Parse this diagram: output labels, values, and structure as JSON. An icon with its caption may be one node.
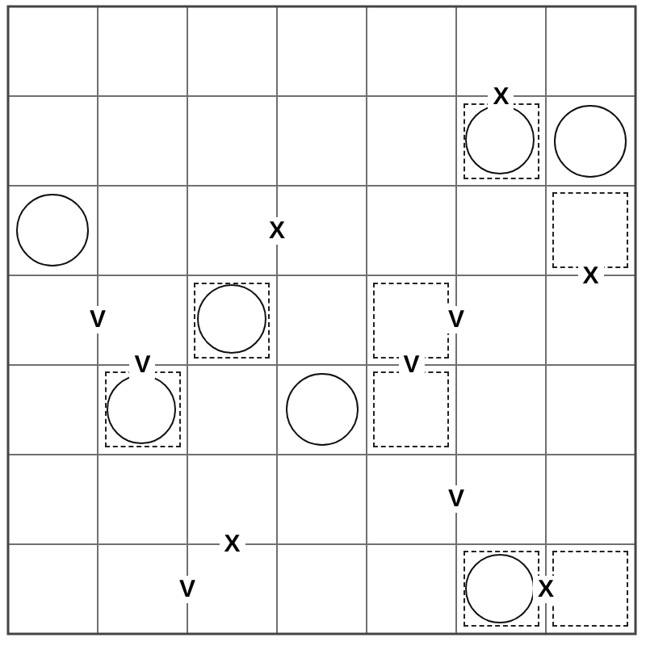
{
  "diagram": {
    "nodes": [
      {
        "text": [],
        "shape": "box"
      },
      {
        "text": [],
        "shape": "circle",
        "in": 0
      },
      {
        "text": [],
        "shape": "circle"
      },
      {
        "text": [],
        "shape": "circle"
      },
      {
        "text": [],
        "shape": "box"
      },
      {
        "text": [],
        "shape": "box"
      },
      {
        "text": [],
        "shape": "circle",
        "in": 5
      },
      {
        "text": [],
        "shape": "box"
      },
      {
        "text": [],
        "shape": "box"
      },
      {
        "text": [],
        "shape": "circle",
        "in": 8
      },
      {
        "text": [],
        "shape": "circle"
      },
      {
        "text": [],
        "shape": "box"
      },
      {
        "text": [],
        "shape": "box"
      },
      {
        "text": [],
        "shape": "circle",
        "in": 12
      },
      {
        "text": [],
        "shape": "box"
      }
    ],
    "labels": [
      "X",
      "X",
      "X",
      "V",
      "V",
      "V",
      "V",
      "V",
      "X",
      "V",
      "X"
    ]
  }
}
